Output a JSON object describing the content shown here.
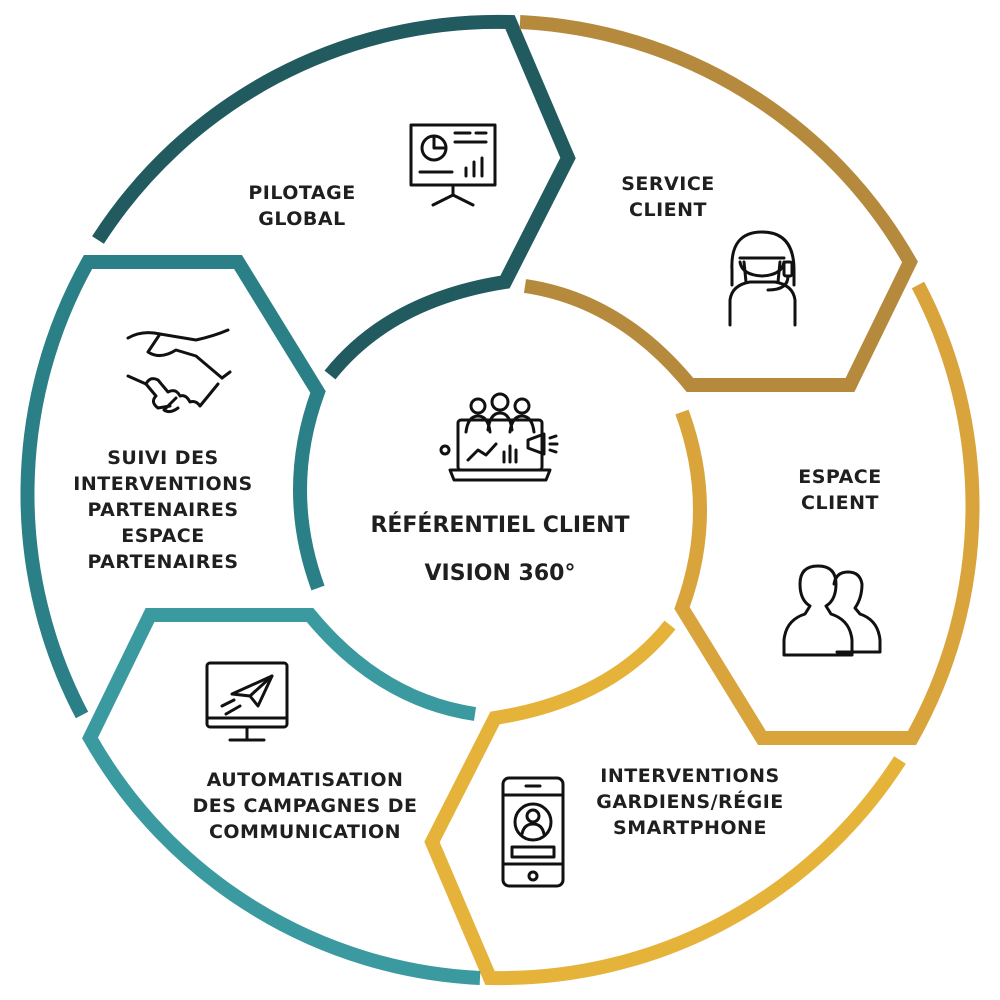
{
  "center": {
    "line1": "RÉFÉRENTIEL CLIENT",
    "line2": "VISION 360°",
    "icon": "team-analytics-icon"
  },
  "segments": [
    {
      "id": "pilotage",
      "lines": [
        "PILOTAGE",
        "GLOBAL"
      ],
      "color": "#215a5f",
      "icon": "presentation-board-icon"
    },
    {
      "id": "service-client",
      "lines": [
        "SERVICE",
        "CLIENT"
      ],
      "color": "#b58a3d",
      "icon": "headset-agent-icon"
    },
    {
      "id": "espace-client",
      "lines": [
        "ESPACE",
        "CLIENT"
      ],
      "color": "#d9a43c",
      "icon": "users-icon"
    },
    {
      "id": "interventions",
      "lines": [
        "INTERVENTIONS",
        "GARDIENS/RÉGIE",
        "SMARTPHONE"
      ],
      "color": "#e6b33a",
      "icon": "smartphone-icon"
    },
    {
      "id": "automatisation",
      "lines": [
        "AUTOMATISATION",
        "DES CAMPAGNES DE",
        "COMMUNICATION"
      ],
      "color": "#3a9aa0",
      "icon": "paper-plane-monitor-icon"
    },
    {
      "id": "suivi",
      "lines": [
        "SUIVI DES",
        "INTERVENTIONS",
        "PARTENAIRES",
        "ESPACE",
        "PARTENAIRES"
      ],
      "color": "#2b7f86",
      "icon": "handshake-icon"
    }
  ]
}
